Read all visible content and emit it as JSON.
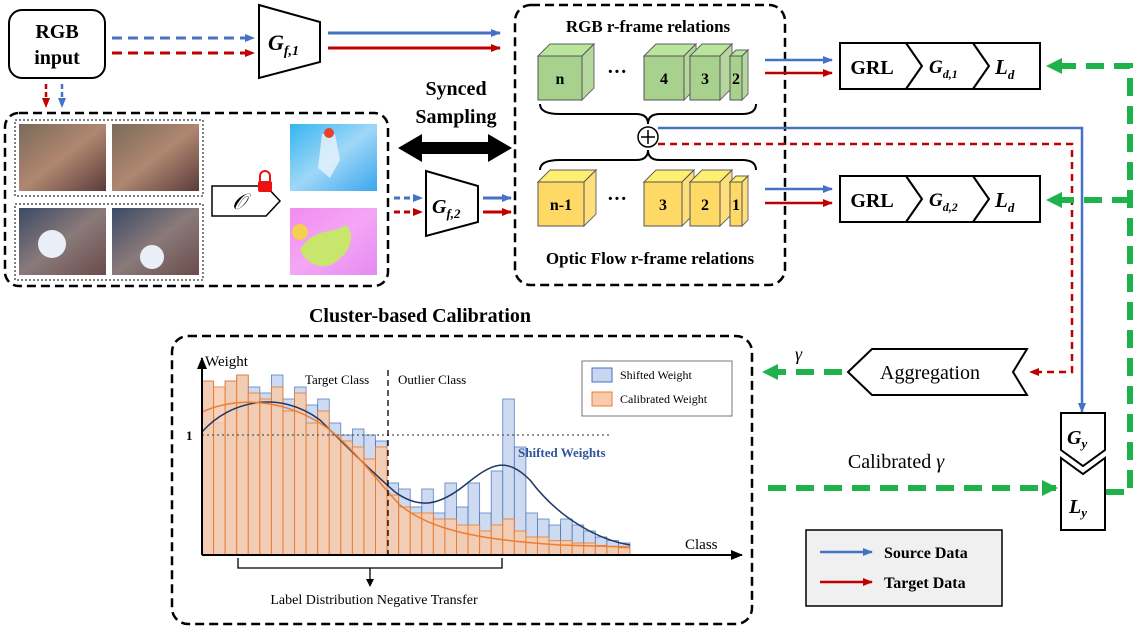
{
  "rgb_input": {
    "line1": "RGB",
    "line2": "input"
  },
  "gf1": {
    "main": "G",
    "sub": "f,1"
  },
  "gf2": {
    "main": "G",
    "sub": "f,2"
  },
  "synced": {
    "line1": "Synced",
    "line2": "Sampling"
  },
  "optical_flow_op": "𝒪",
  "rgb_relations": {
    "title": "RGB r-frame relations",
    "cubes": [
      "n",
      "4",
      "3",
      "2"
    ],
    "ellipsis": "···"
  },
  "flow_relations": {
    "title": "Optic Flow r-frame relations",
    "cubes": [
      "n-1",
      "3",
      "2",
      "1"
    ],
    "ellipsis": "···"
  },
  "plus_symbol": "⊕",
  "domain_heads": [
    {
      "grl": "GRL",
      "g_main": "G",
      "g_sub": "d,1",
      "loss_main": "L",
      "loss_sub": "d"
    },
    {
      "grl": "GRL",
      "g_main": "G",
      "g_sub": "d,2",
      "loss_main": "L",
      "loss_sub": "d"
    }
  ],
  "aggregation": "Aggregation",
  "gamma": "γ",
  "calibrated_gamma": {
    "text": "Calibrated ",
    "symbol": "γ"
  },
  "classifier": {
    "g_main": "G",
    "g_sub": "y",
    "l_main": "L",
    "l_sub": "y"
  },
  "calibration": {
    "title": "Cluster-based Calibration",
    "y_axis": "Weight",
    "x_axis": "Class",
    "one_tick": "1",
    "target_class": "Target Class",
    "outlier_class": "Outlier Class",
    "shifted_weights_label": "Shifted Weights",
    "bottom_label": "Label Distribution Negative Transfer",
    "legend": [
      "Shifted Weight",
      "Calibrated Weight"
    ]
  },
  "legend": {
    "source": "Source Data",
    "target": "Target Data"
  },
  "colors": {
    "source": "#4472c4",
    "target": "#c00000",
    "green_dash": "#1fb24a",
    "rgb_cube": "#a9d18e",
    "flow_cube": "#ffd966",
    "shifted_fill": "#c9d6ef",
    "calibrated_fill": "#f8cbad",
    "orange": "#ed7d31"
  },
  "chart_data": {
    "type": "bar",
    "ylabel": "Weight",
    "xlabel": "Class",
    "series": [
      {
        "name": "Shifted Weight",
        "values": [
          1.45,
          1.1,
          1.45,
          1.5,
          1.4,
          1.35,
          1.5,
          1.3,
          1.4,
          1.25,
          1.3,
          1.1,
          1.0,
          1.05,
          1.0,
          0.95,
          0.6,
          0.55,
          0.4,
          0.55,
          0.35,
          0.6,
          0.4,
          0.6,
          0.35,
          0.7,
          1.3,
          0.9,
          0.35,
          0.3,
          0.25,
          0.3,
          0.25,
          0.2,
          0.15,
          0.12,
          0.1
        ]
      },
      {
        "name": "Calibrated Weight",
        "values": [
          1.45,
          1.4,
          1.45,
          1.5,
          1.35,
          1.3,
          1.4,
          1.2,
          1.35,
          1.1,
          1.2,
          1.0,
          0.95,
          0.9,
          0.8,
          0.9,
          0.5,
          0.4,
          0.35,
          0.35,
          0.3,
          0.3,
          0.25,
          0.25,
          0.2,
          0.25,
          0.3,
          0.2,
          0.15,
          0.15,
          0.12,
          0.12,
          0.1,
          0.1,
          0.08,
          0.07,
          0.06
        ]
      }
    ]
  }
}
